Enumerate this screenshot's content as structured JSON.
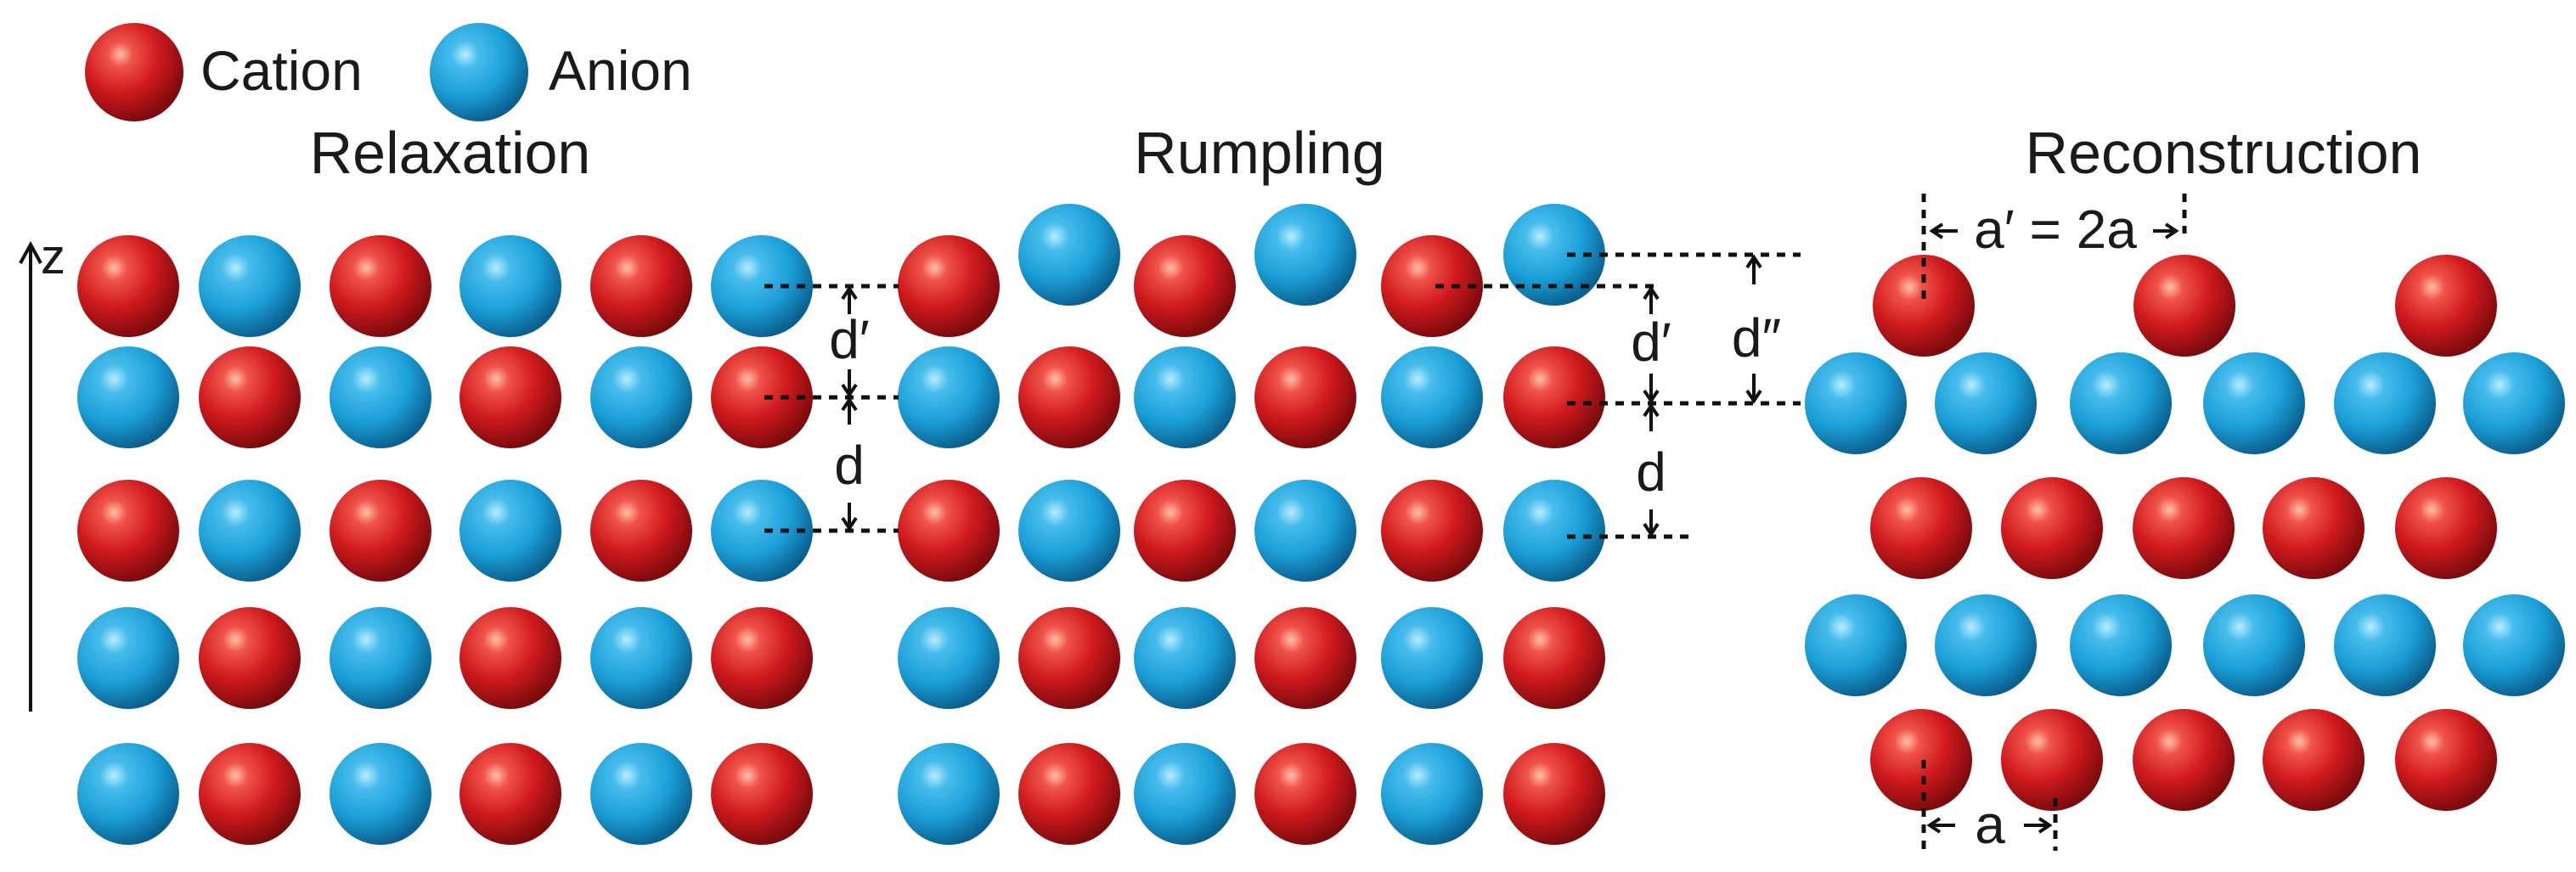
{
  "legend": {
    "cation_label": "Cation",
    "anion_label": "Anion"
  },
  "panels": {
    "relaxation": {
      "title": "Relaxation"
    },
    "rumpling": {
      "title": "Rumpling"
    },
    "reconstruction": {
      "title": "Reconstruction"
    }
  },
  "axis": {
    "label": "z"
  },
  "spacings": {
    "d_prime": "d′",
    "d": "d",
    "d_double_prime": "d″",
    "a_prime": "a′ = 2a",
    "a": "a"
  },
  "colors": {
    "cation": "#d01a1e",
    "anion": "#1b9fd8"
  },
  "lattices": {
    "relaxation": [
      "CACACA",
      "ACACAC",
      "CACACA",
      "ACACAC",
      "ACACAC"
    ],
    "rumpling": [
      "CACACA",
      "ACACAC",
      "CACACA",
      "ACACAC",
      "ACACAC"
    ],
    "reconstruction": [
      "CCC",
      "AAAAAA",
      "CCCCC",
      "AAAAAA",
      "CCCCC"
    ]
  }
}
